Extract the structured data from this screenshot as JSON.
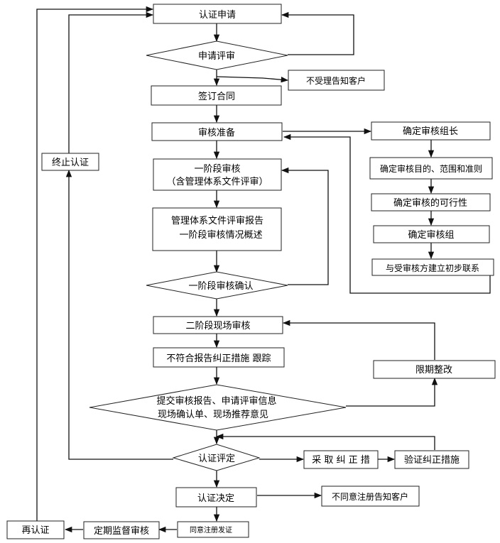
{
  "nodes": {
    "apply": "认证申请",
    "review_apply": "申请评审",
    "reject_notify": "不受理告知客户",
    "sign_contract": "签订合同",
    "prepare": "审核准备",
    "stage1_line1": "一阶段审核",
    "stage1_line2": "（含管理体系文件评审）",
    "report_line1": "管理体系文件评审报告",
    "report_line2": "一阶段审核情况概述",
    "stage1_confirm": "一阶段审核确认",
    "stage2": "二阶段现场审核",
    "nonconform": "不符合报告纠正措施 跟踪",
    "submit_line1": "提交审核报告、申请评审信息",
    "submit_line2": "现场确认单、现场推荐意见",
    "evaluate": "认证评定",
    "decision": "认证决定",
    "agree_issue": "同意注册发证",
    "surveillance": "定期监督审核",
    "recert": "再认证",
    "terminate": "终止认证",
    "deny_notify": "不同意注册告知客户",
    "corrective": "采 取 纠 正 措",
    "verify": "验证纠正措施",
    "deadline_fix": "限期整改",
    "team_leader": "确定审核组长",
    "objectives": "确定审核目的、范围和准则",
    "feasibility": "确定审核的可行性",
    "team": "确定审核组",
    "contact": "与受审核方建立初步联系"
  }
}
